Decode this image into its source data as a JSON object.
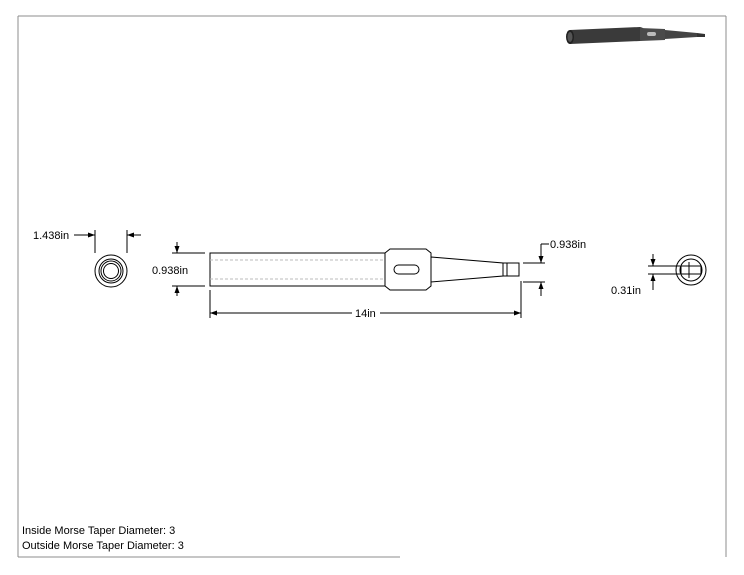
{
  "dimensions": {
    "outer_diameter": "1.438in",
    "sleeve_height": "0.938in",
    "overall_length": "14in",
    "taper_end": "0.938in",
    "tang_width": "0.31in"
  },
  "notes": {
    "inside_taper": "Inside Morse Taper Diameter: 3",
    "outside_taper": "Outside Morse Taper Diameter: 3"
  },
  "colors": {
    "line": "#000000",
    "border": "#8c8c8c",
    "preview_body": "#3a3a3a"
  }
}
